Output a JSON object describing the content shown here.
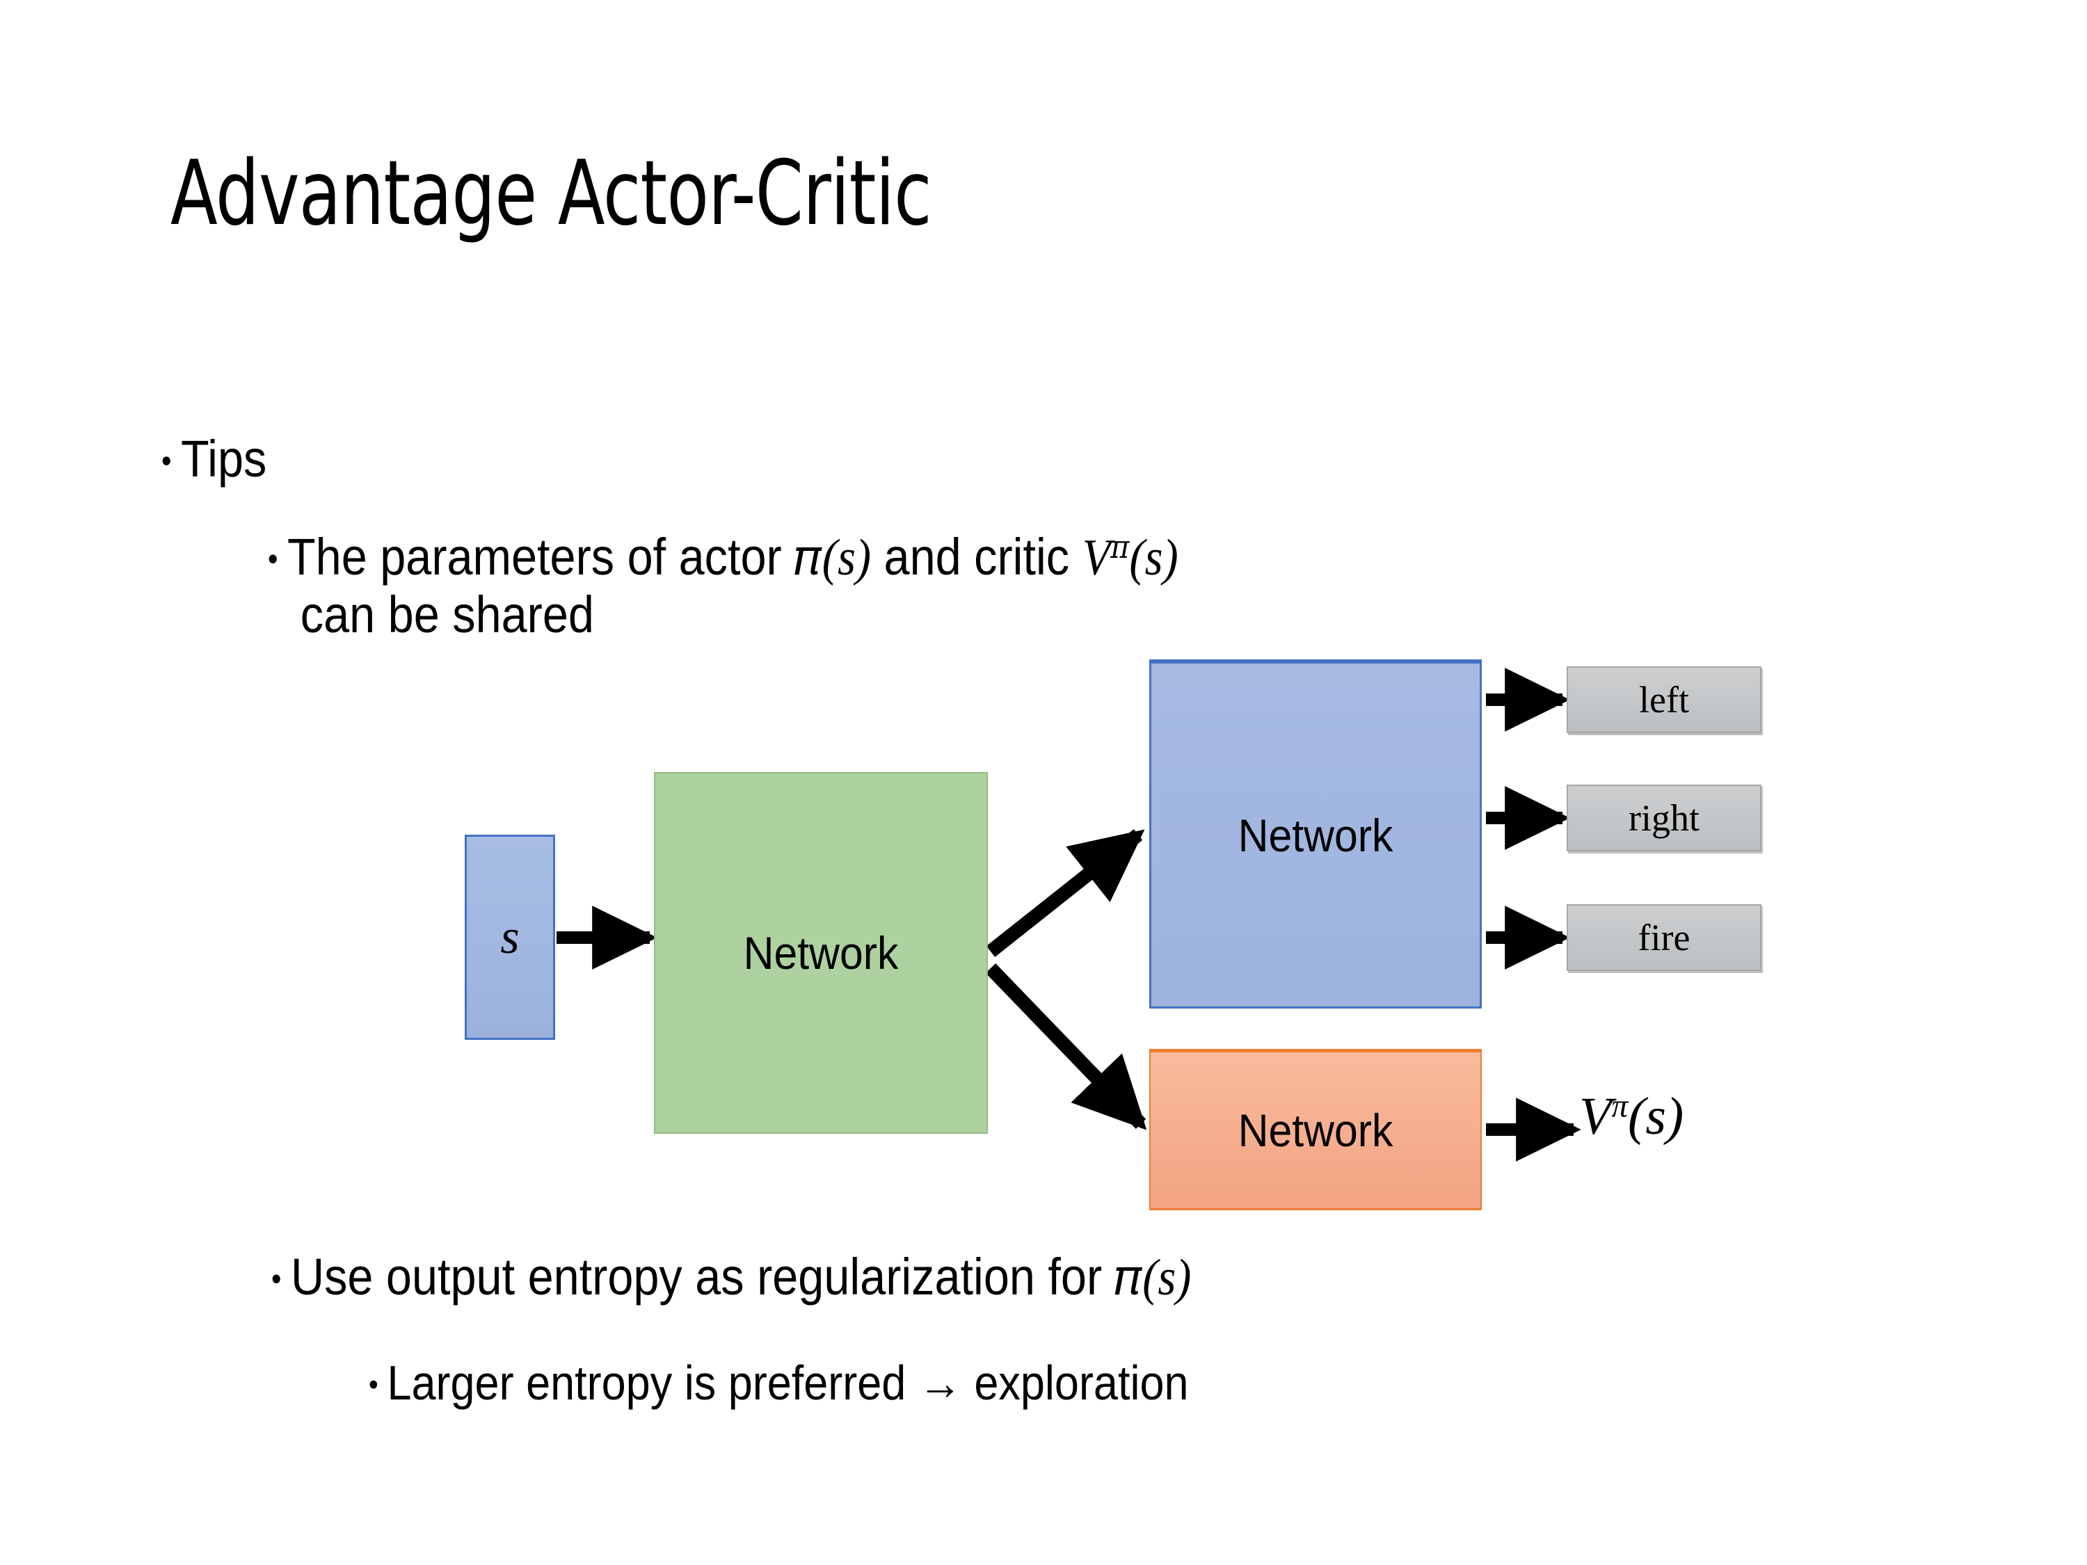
{
  "slide": {
    "title": "Advantage Actor-Critic",
    "background_color": "#FFFFFF"
  },
  "bullets": {
    "level1": [
      {
        "id": "tips",
        "text": "Tips"
      }
    ],
    "level2": [
      {
        "id": "shared-params",
        "text_plain": "The parameters of actor π(s)  and critic Vπ(s) can be shared",
        "prefix": "The parameters of actor ",
        "math1": "π(s)",
        "middle": "  and critic ",
        "math2": "Vπ(s)",
        "line2": "can be shared"
      },
      {
        "id": "entropy-regularization",
        "text_plain": "Use output entropy as regularization for π(s)",
        "prefix": "Use output entropy as regularization for ",
        "math1": "π(s)"
      }
    ],
    "level3": [
      {
        "id": "larger-entropy",
        "text": "Larger entropy is preferred → exploration"
      }
    ]
  },
  "diagram": {
    "title": "shared actor-critic network",
    "nodes": {
      "state": {
        "label": "s",
        "fill": "#A2B8E0",
        "stroke": "#4472C4"
      },
      "shared_network": {
        "label": "Network",
        "fill": "#ADD2A0",
        "stroke": "#8FBC7F"
      },
      "actor_network": {
        "label": "Network",
        "fill": "#9FB4DF",
        "stroke": "#4472C4"
      },
      "critic_network": {
        "label": "Network",
        "fill": "#F5B08C",
        "stroke": "#ED7D31"
      }
    },
    "action_outputs": [
      {
        "id": "left",
        "label": "left",
        "fill": "#C4C6C7"
      },
      {
        "id": "right",
        "label": "right",
        "fill": "#C4C6C7"
      },
      {
        "id": "fire",
        "label": "fire",
        "fill": "#C4C6C7"
      }
    ],
    "value_output": {
      "id": "value",
      "base": "V",
      "superscript": "π",
      "argument": "(s)",
      "label": "Vπ(s)"
    },
    "edges": [
      {
        "from": "state",
        "to": "shared_network"
      },
      {
        "from": "shared_network",
        "to": "actor_network"
      },
      {
        "from": "shared_network",
        "to": "critic_network"
      },
      {
        "from": "actor_network",
        "to": "left"
      },
      {
        "from": "actor_network",
        "to": "right"
      },
      {
        "from": "actor_network",
        "to": "fire"
      },
      {
        "from": "critic_network",
        "to": "value"
      }
    ],
    "arrow_color": "#000000"
  }
}
